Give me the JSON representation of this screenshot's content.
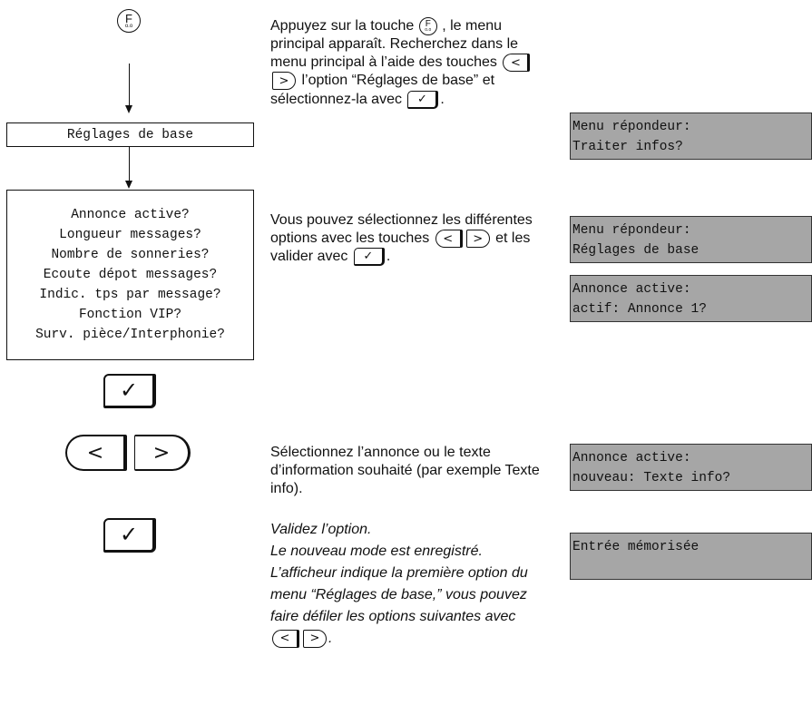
{
  "left": {
    "f_key_top": {
      "letter": "F",
      "sub": "o.o"
    },
    "menu_box": "Réglages de base",
    "options": [
      "Annonce active?",
      "Longueur messages?",
      "Nombre de sonneries?",
      "Ecoute dépot messages?",
      "Indic. tps par message?",
      "Fonction VIP?",
      "Surv. pièce/Interphonie?"
    ],
    "ok_symbol": "✓",
    "left_symbol": "<",
    "right_symbol": ">"
  },
  "text": {
    "p1": {
      "a": "Appuyez sur la touche",
      "b": ", le menu principal apparaît. Recherchez dans le menu principal à l’aide des touches",
      "c": "l’option “Réglages de base” et sélectionnez-la avec",
      "d": "."
    },
    "p2": {
      "a": "Vous pouvez sélectionnez les différentes options avec les touches",
      "b": "et les valider avec",
      "c": "."
    },
    "p3": "Sélectionnez l’annonce ou le texte d’information  souhaité (par exemple Texte info).",
    "p4": {
      "l1": "Validez l’option.",
      "l2": "Le nouveau mode est enregistré.",
      "l3": "L’afficheur indique la première option du menu “Réglages de base,” vous pouvez faire défiler les options suivantes avec",
      "end": "."
    }
  },
  "displays": [
    {
      "line1": "Menu répondeur:",
      "line2": "Traiter infos?"
    },
    {
      "line1": "Menu répondeur:",
      "line2": "Réglages de base"
    },
    {
      "line1": "Annonce active:",
      "line2": "actif: Annonce 1?"
    },
    {
      "line1": "Annonce active:",
      "line2": "nouveau: Texte info?"
    },
    {
      "line1": "Entrée mémorisée",
      "line2": ""
    }
  ]
}
